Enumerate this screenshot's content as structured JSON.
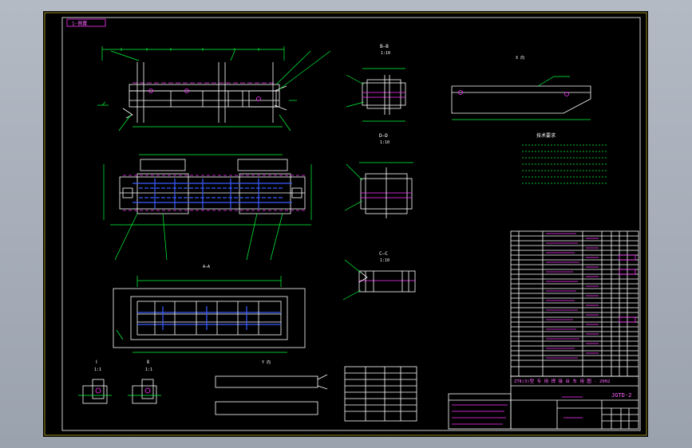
{
  "drawing": {
    "frame_tag": "1-倒置",
    "colors": {
      "background": "#000000",
      "outline": "#ffffff",
      "dimension": "#00ff3c",
      "hatch": "#ff33ff",
      "hidden": "#3a5cff",
      "label": "#ffee33"
    }
  },
  "section_labels": {
    "b": "B—B",
    "b_scale": "1:10",
    "d": "D—D",
    "d_scale": "1:10",
    "c": "C—C",
    "c_scale": "1:10",
    "a": "A—A",
    "view_i": "Ⅰ",
    "view_i_scale": "1:1",
    "view_ii": "Ⅱ",
    "view_ii_scale": "1:1",
    "view_x": "X 向",
    "view_y": "Y 向"
  },
  "tech_requirements": {
    "title": "技术要求"
  },
  "title_block": {
    "drawing_no": "JGTD-2",
    "title_line": "ZTⅡ(3)型  专 用 焊 接 台 车 用 图 - 2002"
  }
}
